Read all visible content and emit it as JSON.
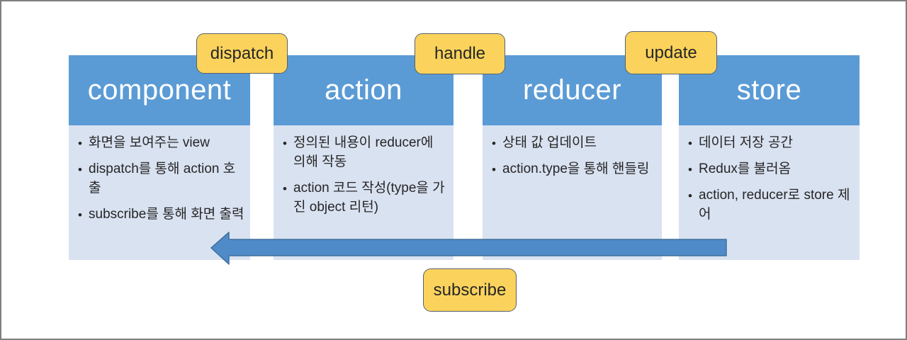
{
  "diagram": {
    "columns": [
      {
        "title": "component",
        "bullets": [
          "화면을 보여주는 view",
          "dispatch를 통해 action 호출",
          "subscribe를 통해 화면 출력"
        ]
      },
      {
        "title": "action",
        "bullets": [
          "정의된 내용이 reducer에 의해 작동",
          "action 코드 작성(type을 가진 object 리턴)"
        ]
      },
      {
        "title": "reducer",
        "bullets": [
          "상태 값 업데이트",
          "action.type을 통해 핸들링"
        ]
      },
      {
        "title": "store",
        "bullets": [
          "데이터 저장 공간",
          "Redux를 불러옴",
          "action, reducer로 store 제어"
        ]
      }
    ],
    "labels": {
      "dispatch": "dispatch",
      "handle": "handle",
      "update": "update",
      "subscribe": "subscribe"
    },
    "bullet_marker": "•",
    "colors": {
      "header_blue": "#5b9bd5",
      "body_blue": "#d9e2f1",
      "badge_yellow": "#fbd35c",
      "badge_border": "#57606f",
      "arrow_fill": "#4e8bc8",
      "arrow_border": "#41719c",
      "frame_gray": "#7f7f7f",
      "text_dark": "#262626"
    }
  }
}
